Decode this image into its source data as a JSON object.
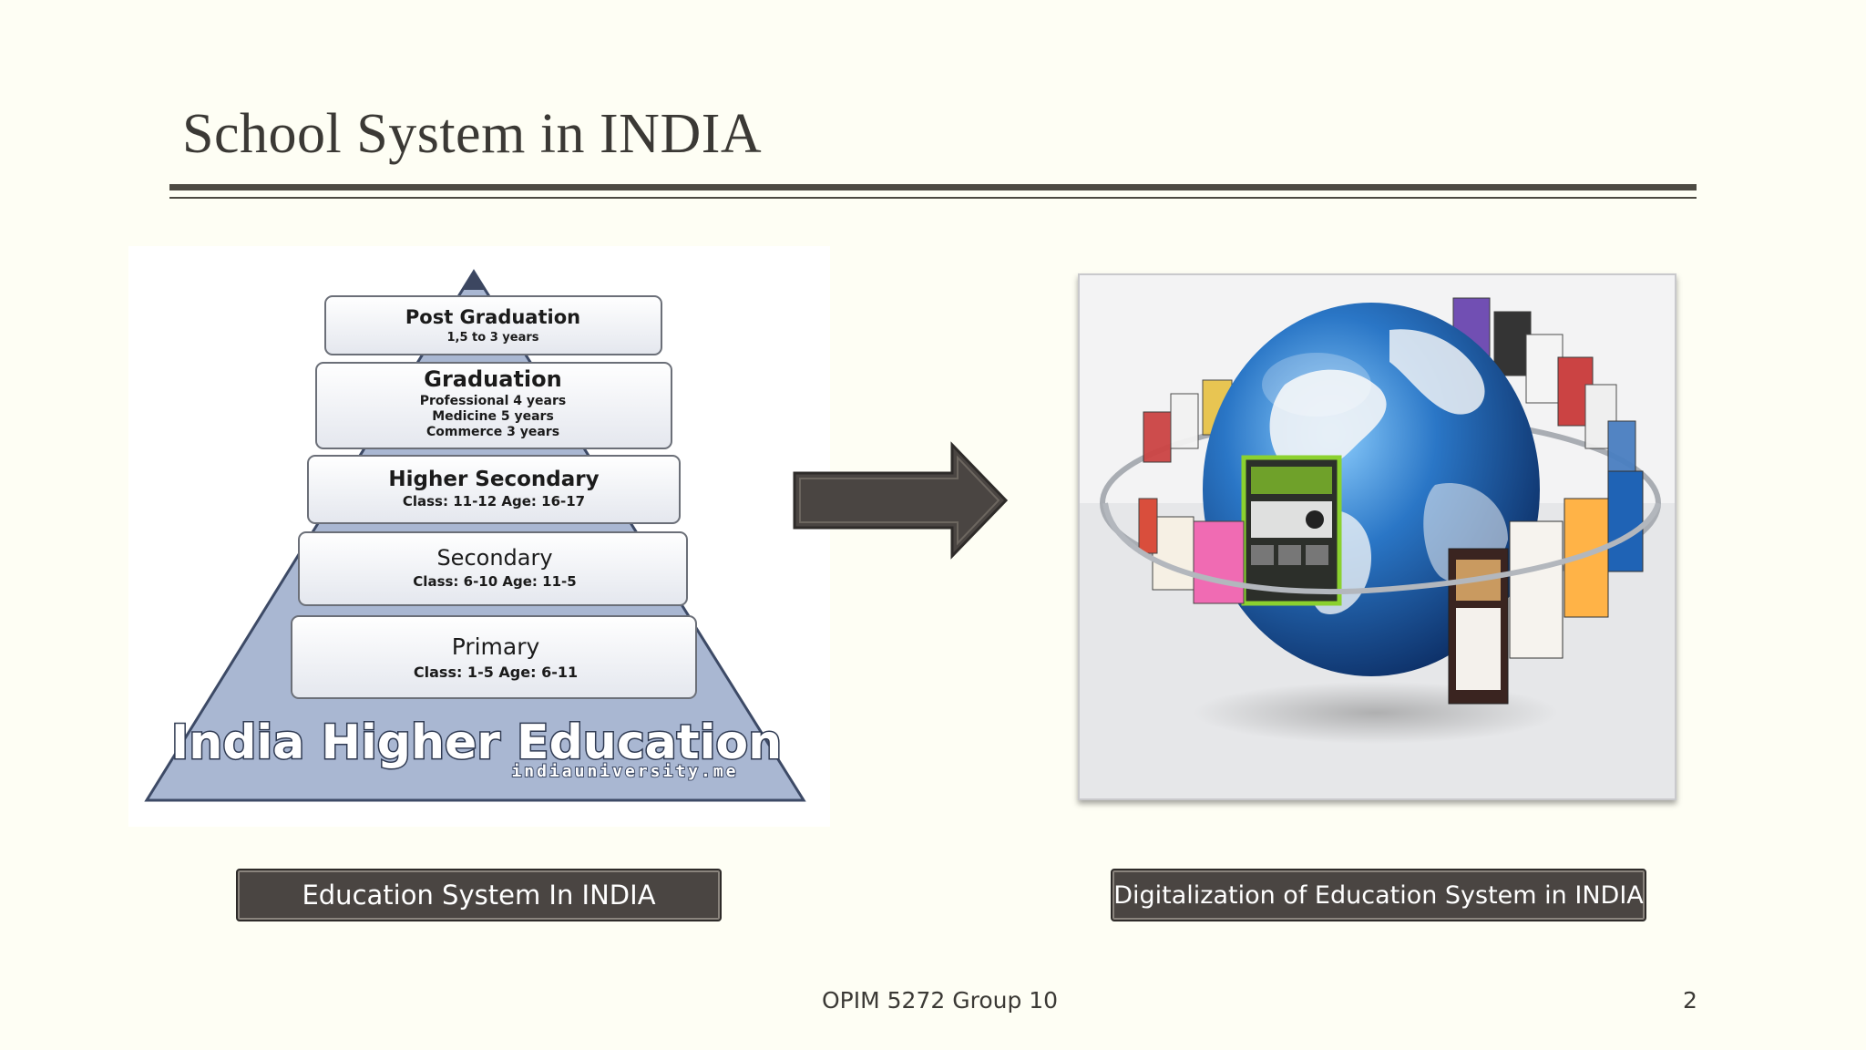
{
  "slide": {
    "title": "School System in INDIA",
    "footer_text": "OPIM 5272 Group 10",
    "page_number": "2"
  },
  "pyramid": {
    "levels": [
      {
        "name": "Post Graduation",
        "details": [
          "1,5 to 3 years"
        ]
      },
      {
        "name": "Graduation",
        "details": [
          "Professional 4 years",
          "Medicine 5 years",
          "Commerce 3 years"
        ]
      },
      {
        "name": "Higher Secondary",
        "details": [
          "Class: 11-12 Age: 16-17"
        ]
      },
      {
        "name": "Secondary",
        "details": [
          "Class: 6-10 Age: 11-5"
        ]
      },
      {
        "name": "Primary",
        "details": [
          "Class: 1-5 Age: 6-11"
        ]
      }
    ],
    "banner": "India Higher Education",
    "watermark": "indiauniversity.me"
  },
  "captions": {
    "left": "Education System In INDIA",
    "right": "Digitalization of Education System in INDIA"
  },
  "colors": {
    "background": "#fefef4",
    "caption_fill": "#4a4542",
    "rule": "#4d4a42",
    "pyramid_fill": "#a9b7d2",
    "globe_blue": "#2a76c6"
  },
  "icons": {
    "arrow": "right-arrow-icon",
    "globe": "globe-websites-illustration"
  }
}
